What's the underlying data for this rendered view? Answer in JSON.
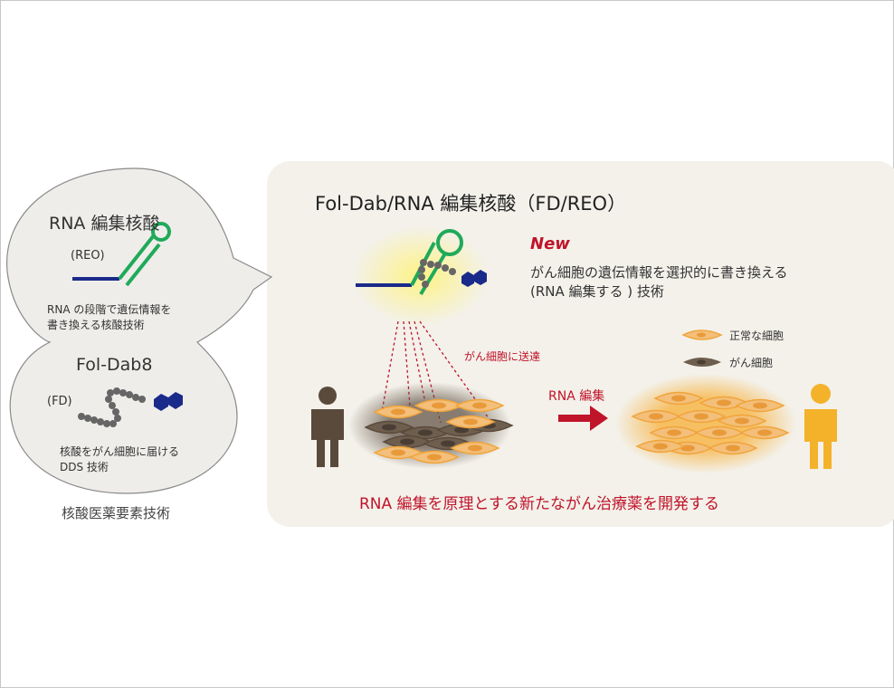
{
  "left": {
    "reo_title": "RNA 編集核酸",
    "reo_abbr": "(REO)",
    "reo_desc_1": "RNA の段階で遺伝情報を",
    "reo_desc_2": "書き換える核酸技術",
    "fd_title": "Fol-Dab8",
    "fd_abbr": "(FD)",
    "fd_desc_1": "核酸をがん細胞に届ける",
    "fd_desc_2": "DDS 技術",
    "caption": "核酸医薬要素技術"
  },
  "right": {
    "title": "Fol-Dab/RNA 編集核酸（FD/REO）",
    "new_label": "New",
    "desc_1": "がん細胞の遺伝情報を選択的に書き換える",
    "desc_2": "(RNA 編集する ) 技術",
    "delivery_label": "がん細胞に送達",
    "legend_normal": "正常な細胞",
    "legend_cancer": "がん細胞",
    "arrow_label": "RNA 編集",
    "conclusion": "RNA 編集を原理とする新たながん治療薬を開発する"
  },
  "colors": {
    "accent_red": "#c0142a",
    "panel_bg": "#f3f1ea",
    "normal_cell": "#f0a43a",
    "cancer_cell": "#6e5e4e",
    "person_healthy": "#f3b22a",
    "person_sick": "#5a4a3c",
    "reo_green": "#1faa5a",
    "folate_blue": "#1a2a8a"
  }
}
